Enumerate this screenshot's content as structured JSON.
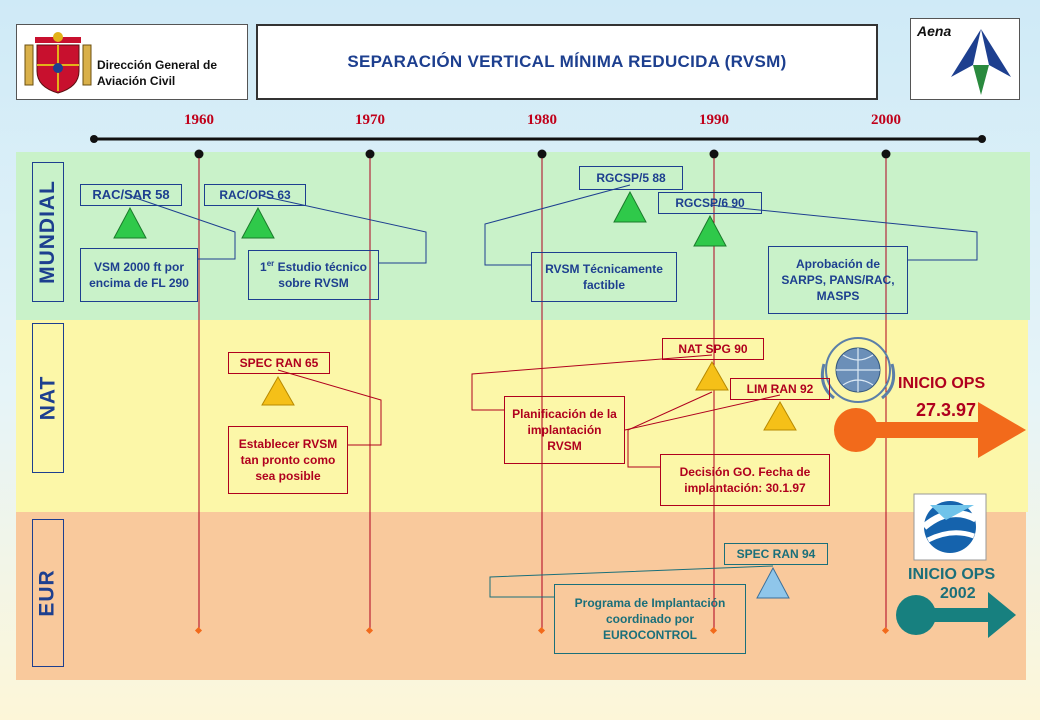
{
  "header": {
    "org_line1": "Dirección General de",
    "org_line2": "Aviación Civil",
    "title": "SEPARACIÓN VERTICAL MÍNIMA REDUCIDA (RVSM)",
    "logo_text": "Aena"
  },
  "timeline": {
    "years": [
      "1960",
      "1970",
      "1980",
      "1990",
      "2000"
    ]
  },
  "regions": {
    "mundial": "MUNDIAL",
    "nat": "NAT",
    "eur": "EUR"
  },
  "mundial": {
    "rac_sar": "RAC/SAR 58",
    "rac_ops": "RAC/OPS 63",
    "rgcsp5": "RGCSP/5 88",
    "rgcsp6": "RGCSP/6 90",
    "vsm_line1": "VSM 2000 ft por",
    "vsm_line2": "encima de FL 290",
    "estudio_prefix": "1",
    "estudio_sup": "er",
    "estudio_line1": " Estudio técnico",
    "estudio_line2": "sobre RVSM",
    "factible_line1": "RVSM Técnicamente",
    "factible_line2": "factible",
    "aprob_line1": "Aprobación de",
    "aprob_line2": "SARPS, PANS/RAC,",
    "aprob_line3": "MASPS"
  },
  "nat": {
    "spec_ran": "SPEC RAN 65",
    "establecer_line1": "Establecer RVSM",
    "establecer_line2": "tan pronto como",
    "establecer_line3": "sea posible",
    "nat_spg": "NAT SPG 90",
    "lim_ran": "LIM RAN 92",
    "planif_line1": "Planificación de la",
    "planif_line2": "implantación",
    "planif_line3": "RVSM",
    "decision_line1": "Decisión GO. Fecha de",
    "decision_line2": "implantación: 30.1.97",
    "inicio_label": "INICIO OPS",
    "inicio_date": "27.3.97"
  },
  "eur": {
    "spec_ran": "SPEC RAN 94",
    "programa_line1": "Programa de Implantación",
    "programa_line2": "coordinado por",
    "programa_line3": "EUROCONTROL",
    "inicio_label": "INICIO OPS",
    "inicio_date": "2002"
  },
  "colors": {
    "mundial_band": "#c9f2c9",
    "nat_band": "#fcf7a8",
    "eur_band": "#f9c99c",
    "blue_text": "#1d3f8f",
    "red_text": "#b0001e",
    "teal": "#1a6f7a",
    "green_triangle": "#2fc94a",
    "yellow_triangle": "#f5c018",
    "blue_triangle": "#8fc6ea",
    "nat_arrow": "#f26a1b",
    "eur_arrow": "#17807f"
  }
}
